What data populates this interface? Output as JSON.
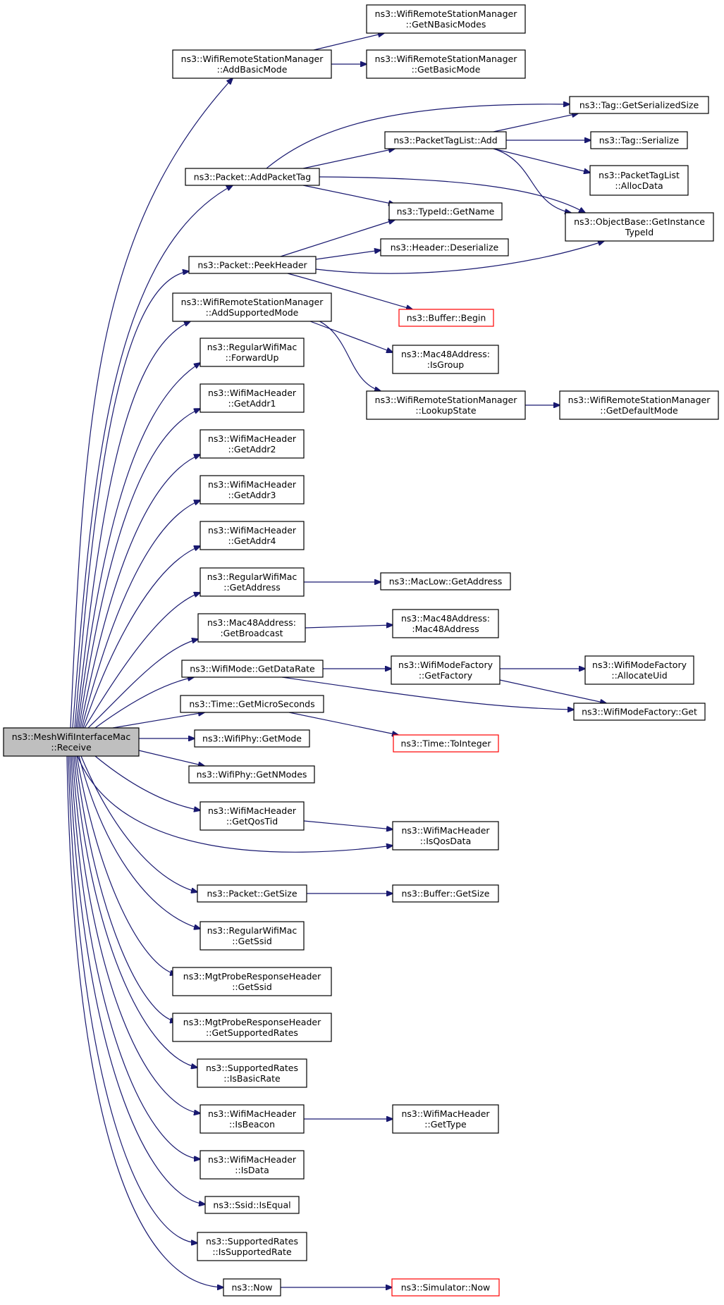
{
  "nodes": {
    "root": {
      "lines": [
        "ns3::MeshWifiInterfaceMac",
        "::Receive"
      ]
    },
    "wrsm_addbasic": {
      "lines": [
        "ns3::WifiRemoteStationManager",
        "::AddBasicMode"
      ]
    },
    "wrsm_getnbasic": {
      "lines": [
        "ns3::WifiRemoteStationManager",
        "::GetNBasicModes"
      ]
    },
    "wrsm_getbasic": {
      "lines": [
        "ns3::WifiRemoteStationManager",
        "::GetBasicMode"
      ]
    },
    "pkt_addtag": {
      "lines": [
        "ns3::Packet::AddPacketTag"
      ]
    },
    "ptl_add": {
      "lines": [
        "ns3::PacketTagList::Add"
      ]
    },
    "tag_getsize": {
      "lines": [
        "ns3::Tag::GetSerializedSize"
      ]
    },
    "tag_serialize": {
      "lines": [
        "ns3::Tag::Serialize"
      ]
    },
    "ptl_alloc": {
      "lines": [
        "ns3::PacketTagList",
        "::AllocData"
      ]
    },
    "typeid_getname": {
      "lines": [
        "ns3::TypeId::GetName"
      ]
    },
    "ob_getinst": {
      "lines": [
        "ns3::ObjectBase::GetInstance",
        "TypeId"
      ]
    },
    "pkt_peek": {
      "lines": [
        "ns3::Packet::PeekHeader"
      ]
    },
    "hdr_deser": {
      "lines": [
        "ns3::Header::Deserialize"
      ]
    },
    "buf_begin": {
      "lines": [
        "ns3::Buffer::Begin"
      ]
    },
    "wrsm_addsupp": {
      "lines": [
        "ns3::WifiRemoteStationManager",
        "::AddSupportedMode"
      ]
    },
    "mac48_isgroup": {
      "lines": [
        "ns3::Mac48Address:",
        ":IsGroup"
      ]
    },
    "wrsm_lookup": {
      "lines": [
        "ns3::WifiRemoteStationManager",
        "::LookupState"
      ]
    },
    "wrsm_getdefault": {
      "lines": [
        "ns3::WifiRemoteStationManager",
        "::GetDefaultMode"
      ]
    },
    "rwm_fwdup": {
      "lines": [
        "ns3::RegularWifiMac",
        "::ForwardUp"
      ]
    },
    "wmh_addr1": {
      "lines": [
        "ns3::WifiMacHeader",
        "::GetAddr1"
      ]
    },
    "wmh_addr2": {
      "lines": [
        "ns3::WifiMacHeader",
        "::GetAddr2"
      ]
    },
    "wmh_addr3": {
      "lines": [
        "ns3::WifiMacHeader",
        "::GetAddr3"
      ]
    },
    "wmh_addr4": {
      "lines": [
        "ns3::WifiMacHeader",
        "::GetAddr4"
      ]
    },
    "rwm_getaddr": {
      "lines": [
        "ns3::RegularWifiMac",
        "::GetAddress"
      ]
    },
    "maclow_getaddr": {
      "lines": [
        "ns3::MacLow::GetAddress"
      ]
    },
    "mac48_getbc": {
      "lines": [
        "ns3::Mac48Address:",
        ":GetBroadcast"
      ]
    },
    "mac48_ctor": {
      "lines": [
        "ns3::Mac48Address:",
        ":Mac48Address"
      ]
    },
    "wm_getrate": {
      "lines": [
        "ns3::WifiMode::GetDataRate"
      ]
    },
    "wmf_getfactory": {
      "lines": [
        "ns3::WifiModeFactory",
        "::GetFactory"
      ]
    },
    "wmf_alloc": {
      "lines": [
        "ns3::WifiModeFactory",
        "::AllocateUid"
      ]
    },
    "wmf_get": {
      "lines": [
        "ns3::WifiModeFactory::Get"
      ]
    },
    "time_micro": {
      "lines": [
        "ns3::Time::GetMicroSeconds"
      ]
    },
    "time_toint": {
      "lines": [
        "ns3::Time::ToInteger"
      ]
    },
    "phy_getmode": {
      "lines": [
        "ns3::WifiPhy::GetMode"
      ]
    },
    "phy_getnmodes": {
      "lines": [
        "ns3::WifiPhy::GetNModes"
      ]
    },
    "wmh_qostid": {
      "lines": [
        "ns3::WifiMacHeader",
        "::GetQosTid"
      ]
    },
    "wmh_isqos": {
      "lines": [
        "ns3::WifiMacHeader",
        "::IsQosData"
      ]
    },
    "pkt_getsize": {
      "lines": [
        "ns3::Packet::GetSize"
      ]
    },
    "buf_getsize": {
      "lines": [
        "ns3::Buffer::GetSize"
      ]
    },
    "rwm_getssid": {
      "lines": [
        "ns3::RegularWifiMac",
        "::GetSsid"
      ]
    },
    "mprh_getssid": {
      "lines": [
        "ns3::MgtProbeResponseHeader",
        "::GetSsid"
      ]
    },
    "mprh_getsupp": {
      "lines": [
        "ns3::MgtProbeResponseHeader",
        "::GetSupportedRates"
      ]
    },
    "sr_isbasic": {
      "lines": [
        "ns3::SupportedRates",
        "::IsBasicRate"
      ]
    },
    "wmh_isbeacon": {
      "lines": [
        "ns3::WifiMacHeader",
        "::IsBeacon"
      ]
    },
    "wmh_gettype": {
      "lines": [
        "ns3::WifiMacHeader",
        "::GetType"
      ]
    },
    "wmh_isdata": {
      "lines": [
        "ns3::WifiMacHeader",
        "::IsData"
      ]
    },
    "ssid_isequal": {
      "lines": [
        "ns3::Ssid::IsEqual"
      ]
    },
    "sr_issupp": {
      "lines": [
        "ns3::SupportedRates",
        "::IsSupportedRate"
      ]
    },
    "ns3_now": {
      "lines": [
        "ns3::Now"
      ]
    },
    "sim_now": {
      "lines": [
        "ns3::Simulator::Now"
      ]
    }
  },
  "colors": {
    "edge": "#191970",
    "node_border": "#000000",
    "node_border_truncated": "#ff0000",
    "root_fill": "#bfbfbf",
    "node_fill": "#ffffff"
  }
}
